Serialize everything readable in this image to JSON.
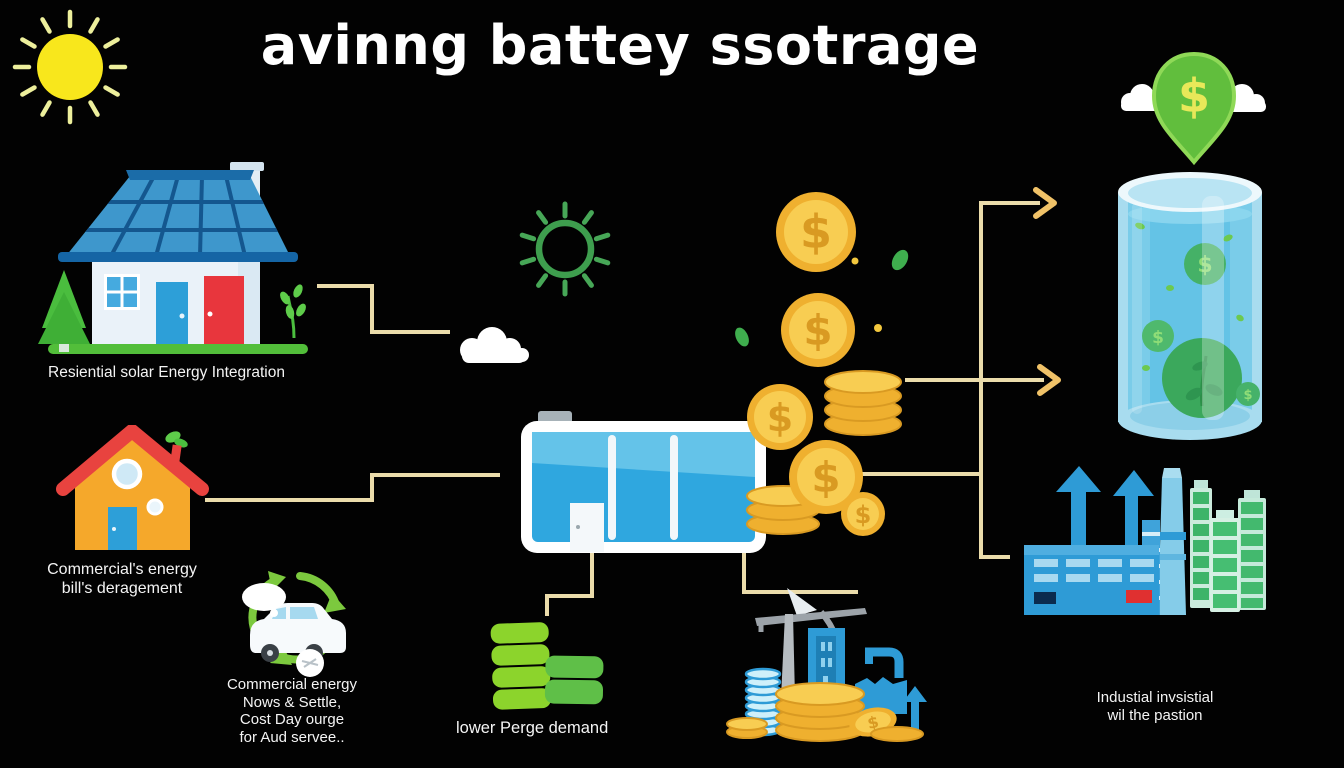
{
  "title": "avinng battey ssotrage",
  "currency": "$",
  "labels": {
    "residential": "Resiential solar Energy Integration",
    "commercial": [
      "Commercial's energy",
      "bill's deragement"
    ],
    "car": [
      "Commercial energy",
      "Nows & Settle,",
      "Cost Day ourge",
      "for Aud servee.."
    ],
    "demand": "lower Perge demand",
    "industrial": [
      "Industial invsistial",
      "wil the pastion"
    ]
  },
  "icons": [
    "sun-icon",
    "solar-house-icon",
    "pine-tree-icon",
    "plant-icon",
    "cloud-icon",
    "green-sun-icon",
    "commercial-house-icon",
    "ev-car-recycle-icon",
    "battery-storage-icon",
    "falling-coins-icon",
    "leaf-icon",
    "money-pin-icon",
    "savings-jar-icon",
    "factory-icon",
    "battery-tower-buildings-icon",
    "oil-pump-icon",
    "coin-pile-icon",
    "energy-stack-icon",
    "flow-arrow-icon"
  ],
  "colors": {
    "background": "#020202",
    "text": "#ffffff",
    "connector": "#EBDCAB",
    "coin_gold": "#F2B93B",
    "coin_gold_light": "#F8CD52",
    "battery_blue": "#2FA7DF",
    "eco_green": "#7CC93E",
    "factory_blue": "#2E9BD6",
    "pin_green": "#61BE3D",
    "roof_blue": "#2F86C2",
    "house_orange": "#F5A82B",
    "roof_red": "#E8433F",
    "sun_yellow": "#F8E71C",
    "jar_blue": "#7ACCE9"
  }
}
